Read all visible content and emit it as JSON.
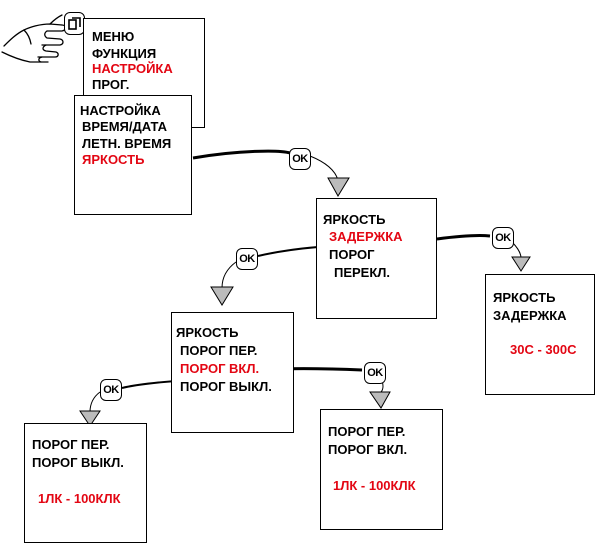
{
  "menu_panel": {
    "items": [
      "МЕНЮ",
      "ФУНКЦИЯ",
      "НАСТРОЙКА",
      "ПРОГ."
    ]
  },
  "settings_panel": {
    "items": [
      "НАСТРОЙКА",
      "ВРЕМЯ/ДАТА",
      "ЛЕТН. ВРЕМЯ",
      "ЯРКОСТЬ"
    ]
  },
  "brightness_panel": {
    "items": [
      "ЯРКОСТЬ",
      "ЗАДЕРЖКА",
      "ПОРОГ",
      "ПЕРЕКЛ."
    ]
  },
  "delay_panel": {
    "items": [
      "ЯРКОСТЬ",
      "ЗАДЕРЖКА"
    ],
    "range": "30С - 300С"
  },
  "threshold_panel": {
    "items": [
      "ЯРКОСТЬ",
      "ПОРОГ ПЕР.",
      "ПОРОГ ВКЛ.",
      "ПОРОГ ВЫКЛ."
    ]
  },
  "off_threshold_panel": {
    "items": [
      "ПОРОГ ПЕР.",
      "ПОРОГ ВЫКЛ."
    ],
    "range": "1ЛК - 100КЛК"
  },
  "on_threshold_panel": {
    "items": [
      "ПОРОГ ПЕР.",
      "ПОРОГ ВКЛ."
    ],
    "range": "1ЛК - 100КЛК"
  },
  "ok_button_label": "OK",
  "colors": {
    "highlight": "#e30613",
    "text": "#000000"
  }
}
